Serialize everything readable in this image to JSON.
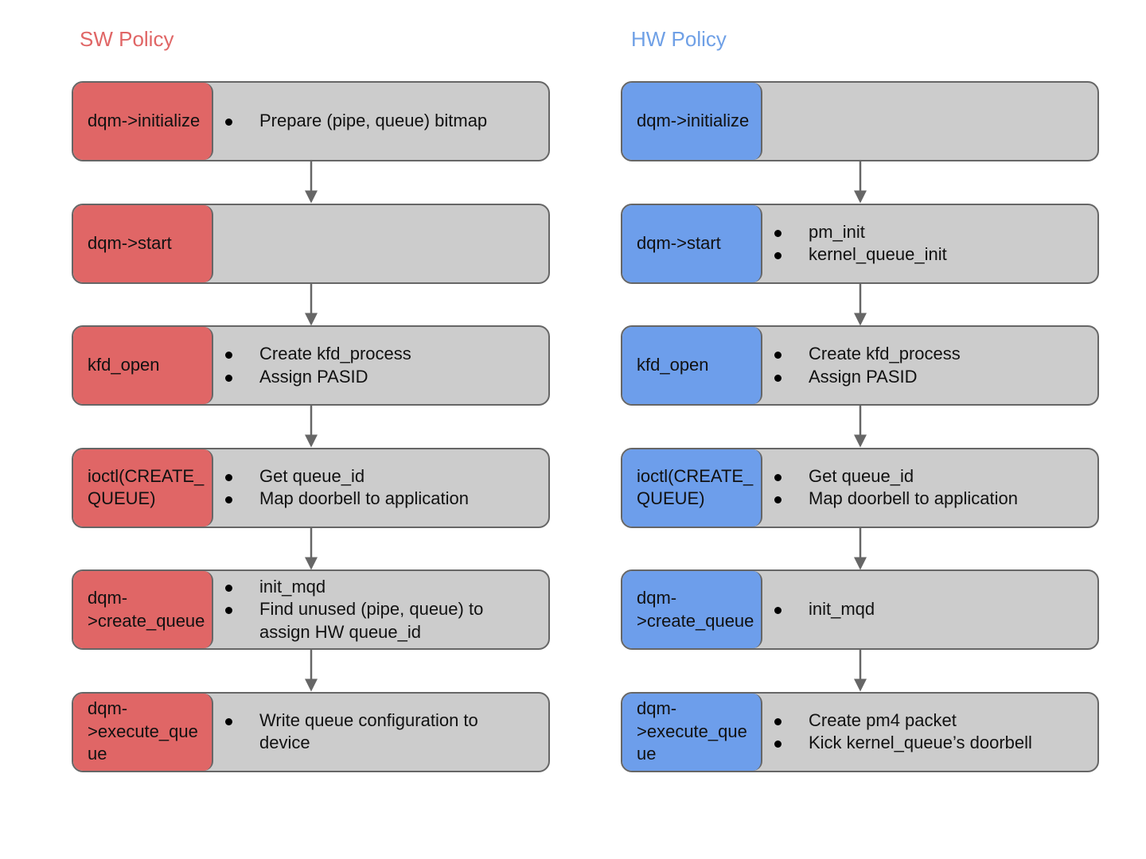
{
  "sw": {
    "title": "SW Policy",
    "color": "#e06666",
    "title_color": "#e06666",
    "steps": [
      {
        "label": "dqm->initialize",
        "bullets": [
          "Prepare (pipe, queue) bitmap"
        ]
      },
      {
        "label": "dqm->start",
        "bullets": []
      },
      {
        "label": "kfd_open",
        "bullets": [
          "Create kfd_process",
          "Assign PASID"
        ]
      },
      {
        "label": "ioctl(CREATE_QUEUE)",
        "bullets": [
          "Get queue_id",
          "Map doorbell to application"
        ]
      },
      {
        "label": "dqm->create_queue",
        "bullets": [
          "init_mqd",
          "Find unused (pipe, queue) to assign HW queue_id"
        ]
      },
      {
        "label": "dqm->execute_queue",
        "bullets": [
          "Write queue configuration to device"
        ]
      }
    ]
  },
  "hw": {
    "title": "HW Policy",
    "color": "#6d9eeb",
    "title_color": "#6fa0e6",
    "steps": [
      {
        "label": "dqm->initialize",
        "bullets": []
      },
      {
        "label": "dqm->start",
        "bullets": [
          "pm_init",
          "kernel_queue_init"
        ]
      },
      {
        "label": "kfd_open",
        "bullets": [
          "Create kfd_process",
          "Assign PASID"
        ]
      },
      {
        "label": "ioctl(CREATE_QUEUE)",
        "bullets": [
          "Get queue_id",
          "Map doorbell to application"
        ]
      },
      {
        "label": "dqm->create_queue",
        "bullets": [
          "init_mqd"
        ]
      },
      {
        "label": "dqm->execute_queue",
        "bullets": [
          "Create pm4 packet",
          "Kick kernel_queue’s doorbell"
        ]
      }
    ]
  }
}
